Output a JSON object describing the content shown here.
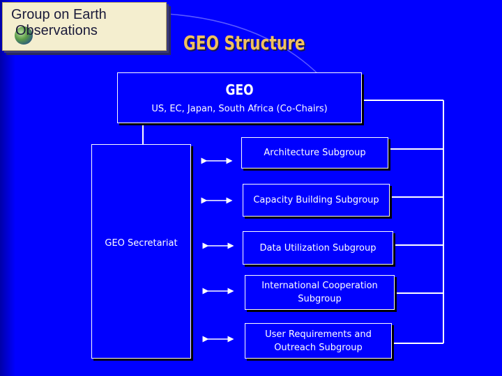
{
  "logo": {
    "line1": "Group on Earth",
    "line2": "Observations"
  },
  "title": "GEO Structure",
  "top_box": {
    "title": "GEO",
    "subtitle": "US, EC, Japan, South Africa (Co-Chairs)"
  },
  "secretariat": {
    "label": "GEO Secretariat"
  },
  "subgroups": [
    {
      "line1": "Architecture Subgroup",
      "line2": ""
    },
    {
      "line1": "Capacity Building Subgroup",
      "line2": ""
    },
    {
      "line1": "Data Utilization Subgroup",
      "line2": ""
    },
    {
      "line1": "International Cooperation",
      "line2": "Subgroup"
    },
    {
      "line1": "User Requirements and",
      "line2": "Outreach Subgroup"
    }
  ],
  "colors": {
    "background": "#0000ff",
    "title": "#f0c060",
    "box_border": "#ffffff"
  }
}
